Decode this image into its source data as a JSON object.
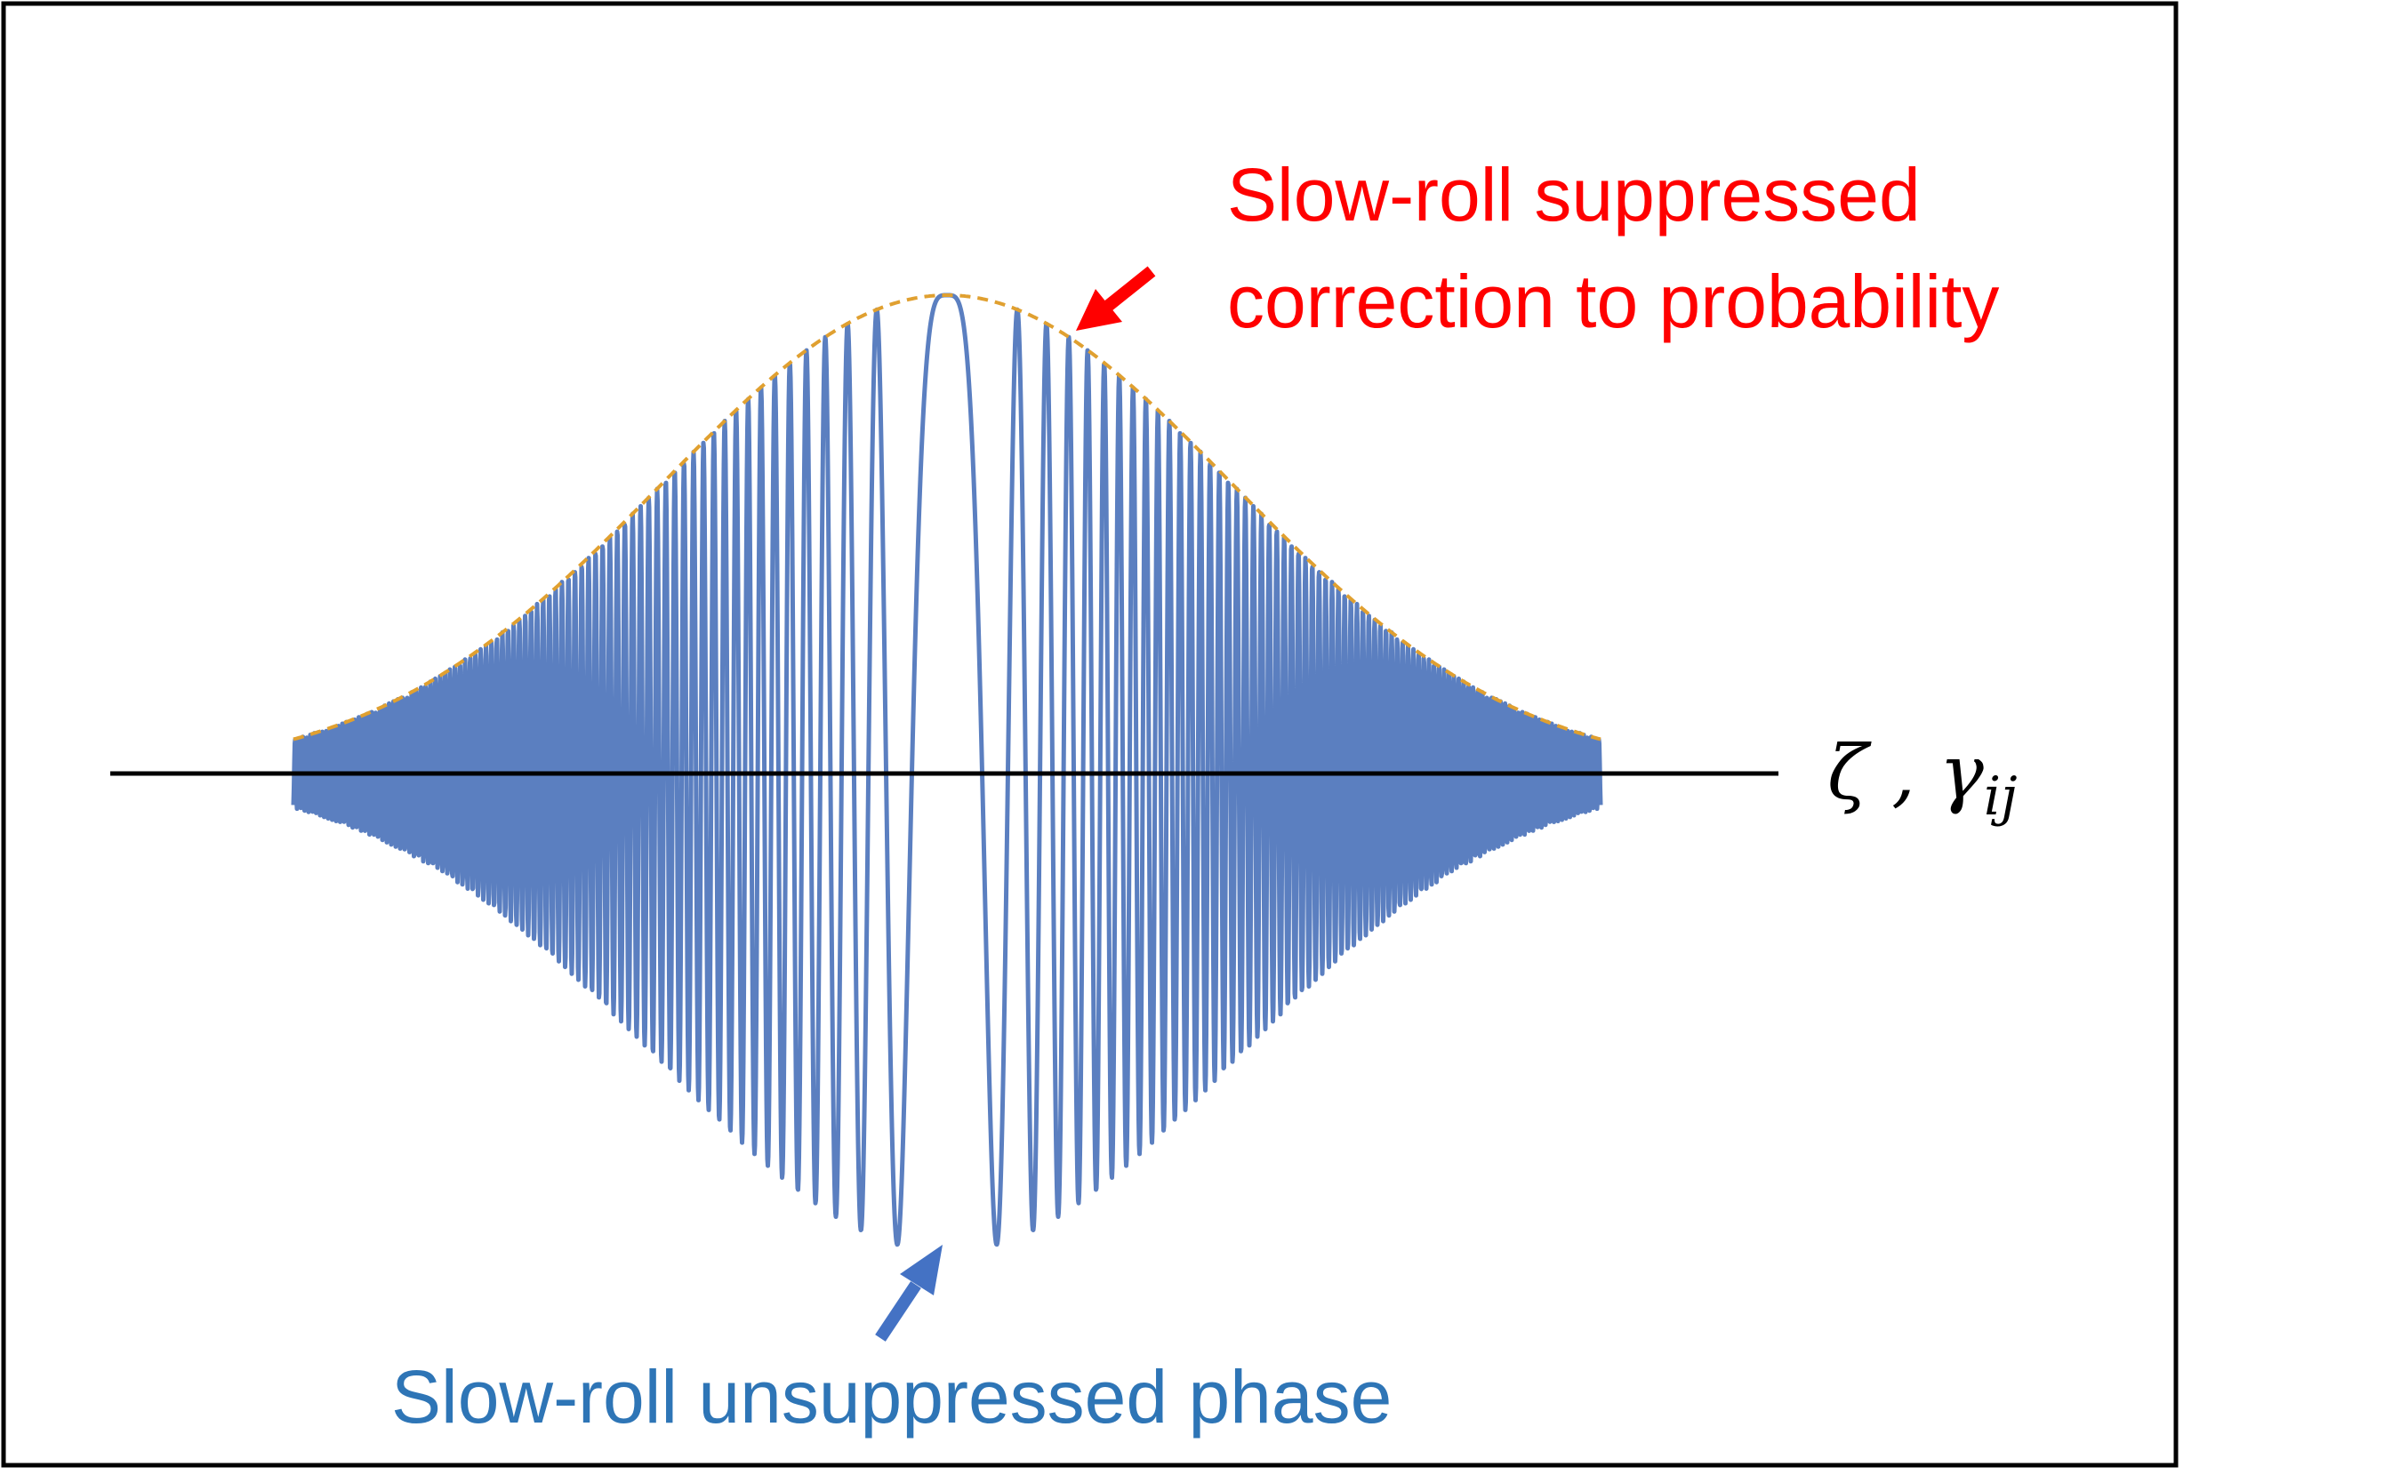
{
  "annotations": {
    "top_label_line1": "Slow-roll suppressed",
    "top_label_line2": "correction to probability",
    "bottom_label": "Slow-roll unsuppressed phase"
  },
  "axis": {
    "label_main": "ζ , γ",
    "label_subscript": "ij"
  },
  "colors": {
    "wave": "#5b7fc0",
    "envelope": "#e0a030",
    "axis": "#000000",
    "top_label": "#ff0000",
    "bottom_label": "#2e75b6",
    "top_arrow": "#ff0000",
    "bottom_arrow": "#4472c4",
    "frame": "#000000"
  },
  "icons": {
    "top_arrow": "arrow-down-left-icon",
    "bottom_arrow": "arrow-up-right-icon"
  }
}
